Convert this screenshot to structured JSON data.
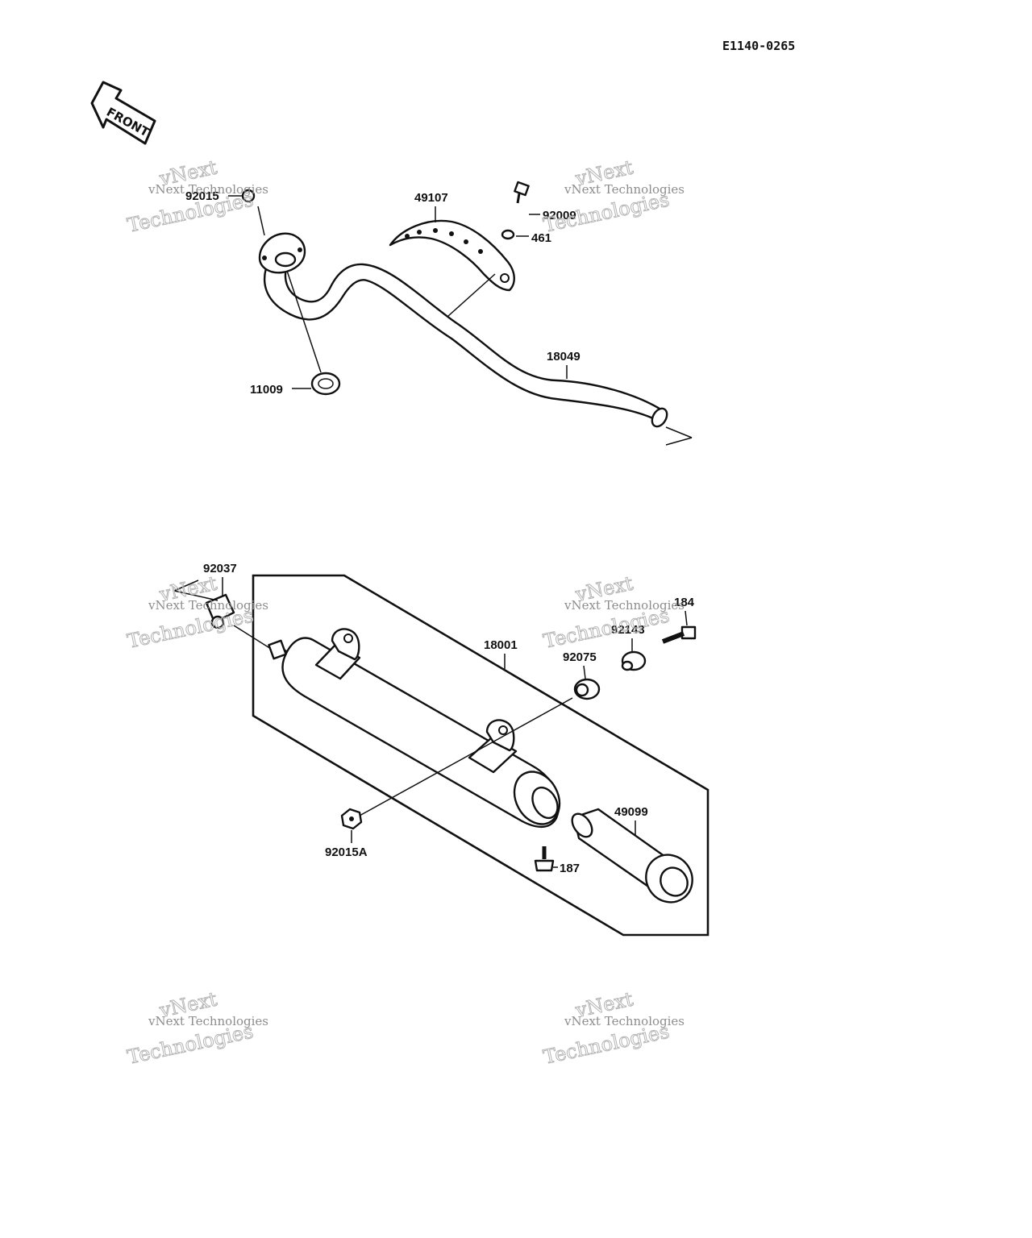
{
  "diagram_code": "E1140-0265",
  "front_label": "FRONT",
  "watermark": {
    "line1": "vNext Technologies",
    "line2": "Technologies",
    "line3": "vNext"
  },
  "parts": {
    "p92015": "92015",
    "p49107": "49107",
    "p92009": "92009",
    "p461": "461",
    "p18049": "18049",
    "p11009": "11009",
    "p92037": "92037",
    "p18001": "18001",
    "p184": "184",
    "p92143": "92143",
    "p92075": "92075",
    "p49099": "49099",
    "p92015A": "92015A",
    "p187": "187"
  },
  "colors": {
    "ink": "#111111",
    "watermark": "#8d8d8d",
    "background": "#ffffff"
  }
}
